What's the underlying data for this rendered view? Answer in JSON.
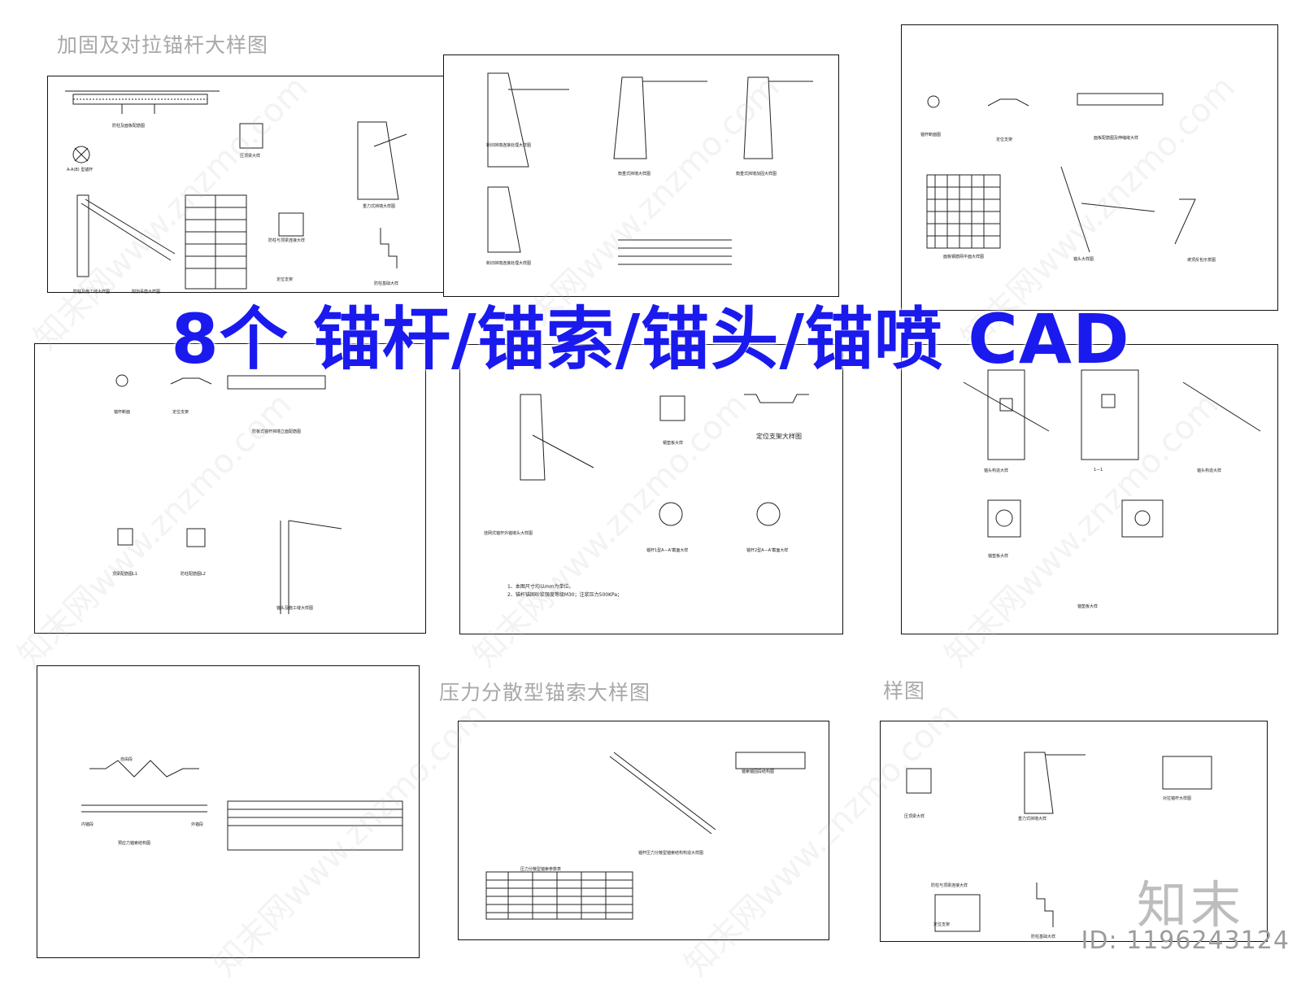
{
  "headline": "8个 锚杆/锚索/锚头/锚喷 CAD",
  "captions": {
    "sheet1": "加固及对拉锚杆大样图",
    "sheet8": "压力分散型锚索大样图",
    "sheet9": "样图"
  },
  "watermark": "知末网www.znzmo.com",
  "logo": "知末",
  "id_text": "ID: 1196243124",
  "sheet_titles": {
    "s1": [
      "防柱及面板配筋图",
      "A-A(B) 型锚杆",
      "防柱及施工缝大样图",
      "附加吊筋大样图",
      "压顶梁大样",
      "防柱与顶梁连接大样",
      "重力式挡墙大样图",
      "定位支架",
      "防柱基础大样"
    ],
    "s2": [
      "新旧挡墙连接处理大样图",
      "衡重式挡墙大样图",
      "衡重式挡墙加固大样图",
      "新旧挡墙连接处理大样图"
    ],
    "s3": [
      "锚杆断面图",
      "定位支架",
      "面板配筋图及伸缩缝大样",
      "面板钢筋网平面大样图",
      "锚头大样图",
      "坡顶反包示意图"
    ],
    "s4": [
      "锚杆断面",
      "定位支架",
      "防板式锚杆挡墙立面配筋图",
      "顶梁配筋图L1",
      "防柱配筋图L2",
      "锚头及施工缝大样图"
    ],
    "s5": [
      "挂网式锚杆外锚墩头大样图",
      "钢垫板大样",
      "定位支架大样图",
      "锚杆1型A—A'截面大样",
      "锚杆2型A—A'截面大样"
    ],
    "s5_notes": [
      "1、本图尺寸均以mm为单位。",
      "2、锚杆锚固砂浆强度等级M30；注浆压力500KPa；"
    ],
    "s6": [
      "锚头构造大样",
      "1—1",
      "锚头构造大样",
      "锚垫板大样",
      "锚垫板大样"
    ],
    "s7": [
      "预应力锚索结构图",
      "自由段",
      "内锚段",
      "外锚段"
    ],
    "s8": [
      "锚索锚固段结构图",
      "锚杆压力分散型锚索结构构造大样图",
      "压力分散型锚索参数表"
    ],
    "s9": [
      "压顶梁大样",
      "重力式挡墙大样",
      "防柱与顶梁连接大样",
      "定位支架",
      "防柱基础大样",
      "对拉锚杆大样图"
    ]
  }
}
